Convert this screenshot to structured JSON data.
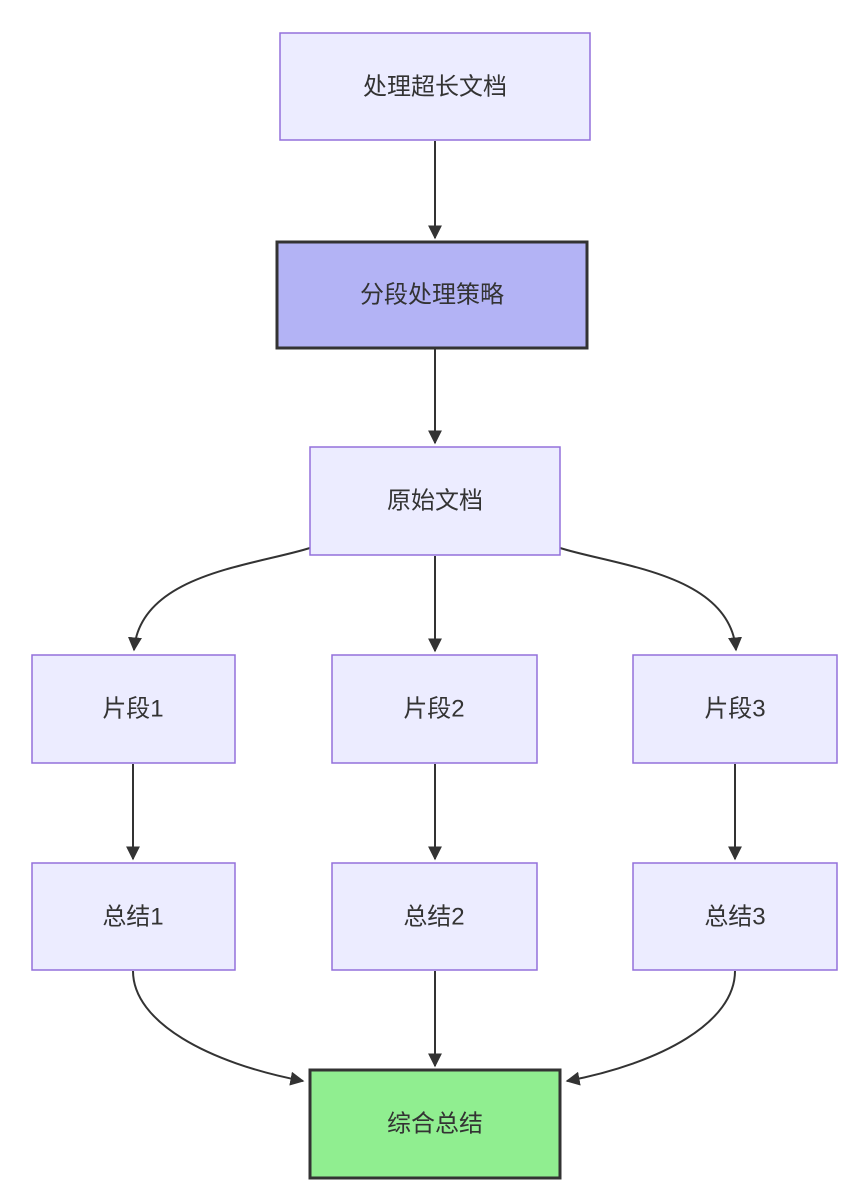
{
  "diagram": {
    "type": "flowchart",
    "direction": "top-down",
    "nodes": {
      "start": {
        "id": "start",
        "label": "处理超长文档",
        "fill": "#ECECFF",
        "stroke": "#9370DB"
      },
      "strategy": {
        "id": "strategy",
        "label": "分段处理策略",
        "fill": "#B3B3F5",
        "stroke": "#333333"
      },
      "doc": {
        "id": "doc",
        "label": "原始文档",
        "fill": "#ECECFF",
        "stroke": "#9370DB"
      },
      "seg1": {
        "id": "seg1",
        "label": "片段1",
        "fill": "#ECECFF",
        "stroke": "#9370DB"
      },
      "seg2": {
        "id": "seg2",
        "label": "片段2",
        "fill": "#ECECFF",
        "stroke": "#9370DB"
      },
      "seg3": {
        "id": "seg3",
        "label": "片段3",
        "fill": "#ECECFF",
        "stroke": "#9370DB"
      },
      "sum1": {
        "id": "sum1",
        "label": "总结1",
        "fill": "#ECECFF",
        "stroke": "#9370DB"
      },
      "sum2": {
        "id": "sum2",
        "label": "总结2",
        "fill": "#ECECFF",
        "stroke": "#9370DB"
      },
      "sum3": {
        "id": "sum3",
        "label": "总结3",
        "fill": "#ECECFF",
        "stroke": "#9370DB"
      },
      "final": {
        "id": "final",
        "label": "综合总结",
        "fill": "#90EE90",
        "stroke": "#333333"
      }
    },
    "edges": [
      {
        "from": "start",
        "to": "strategy"
      },
      {
        "from": "strategy",
        "to": "doc"
      },
      {
        "from": "doc",
        "to": "seg1"
      },
      {
        "from": "doc",
        "to": "seg2"
      },
      {
        "from": "doc",
        "to": "seg3"
      },
      {
        "from": "seg1",
        "to": "sum1"
      },
      {
        "from": "seg2",
        "to": "sum2"
      },
      {
        "from": "seg3",
        "to": "sum3"
      },
      {
        "from": "sum1",
        "to": "final"
      },
      {
        "from": "sum2",
        "to": "final"
      },
      {
        "from": "sum3",
        "to": "final"
      }
    ],
    "colors": {
      "edge": "#333333",
      "text": "#333333",
      "background": "#FFFFFF"
    }
  }
}
